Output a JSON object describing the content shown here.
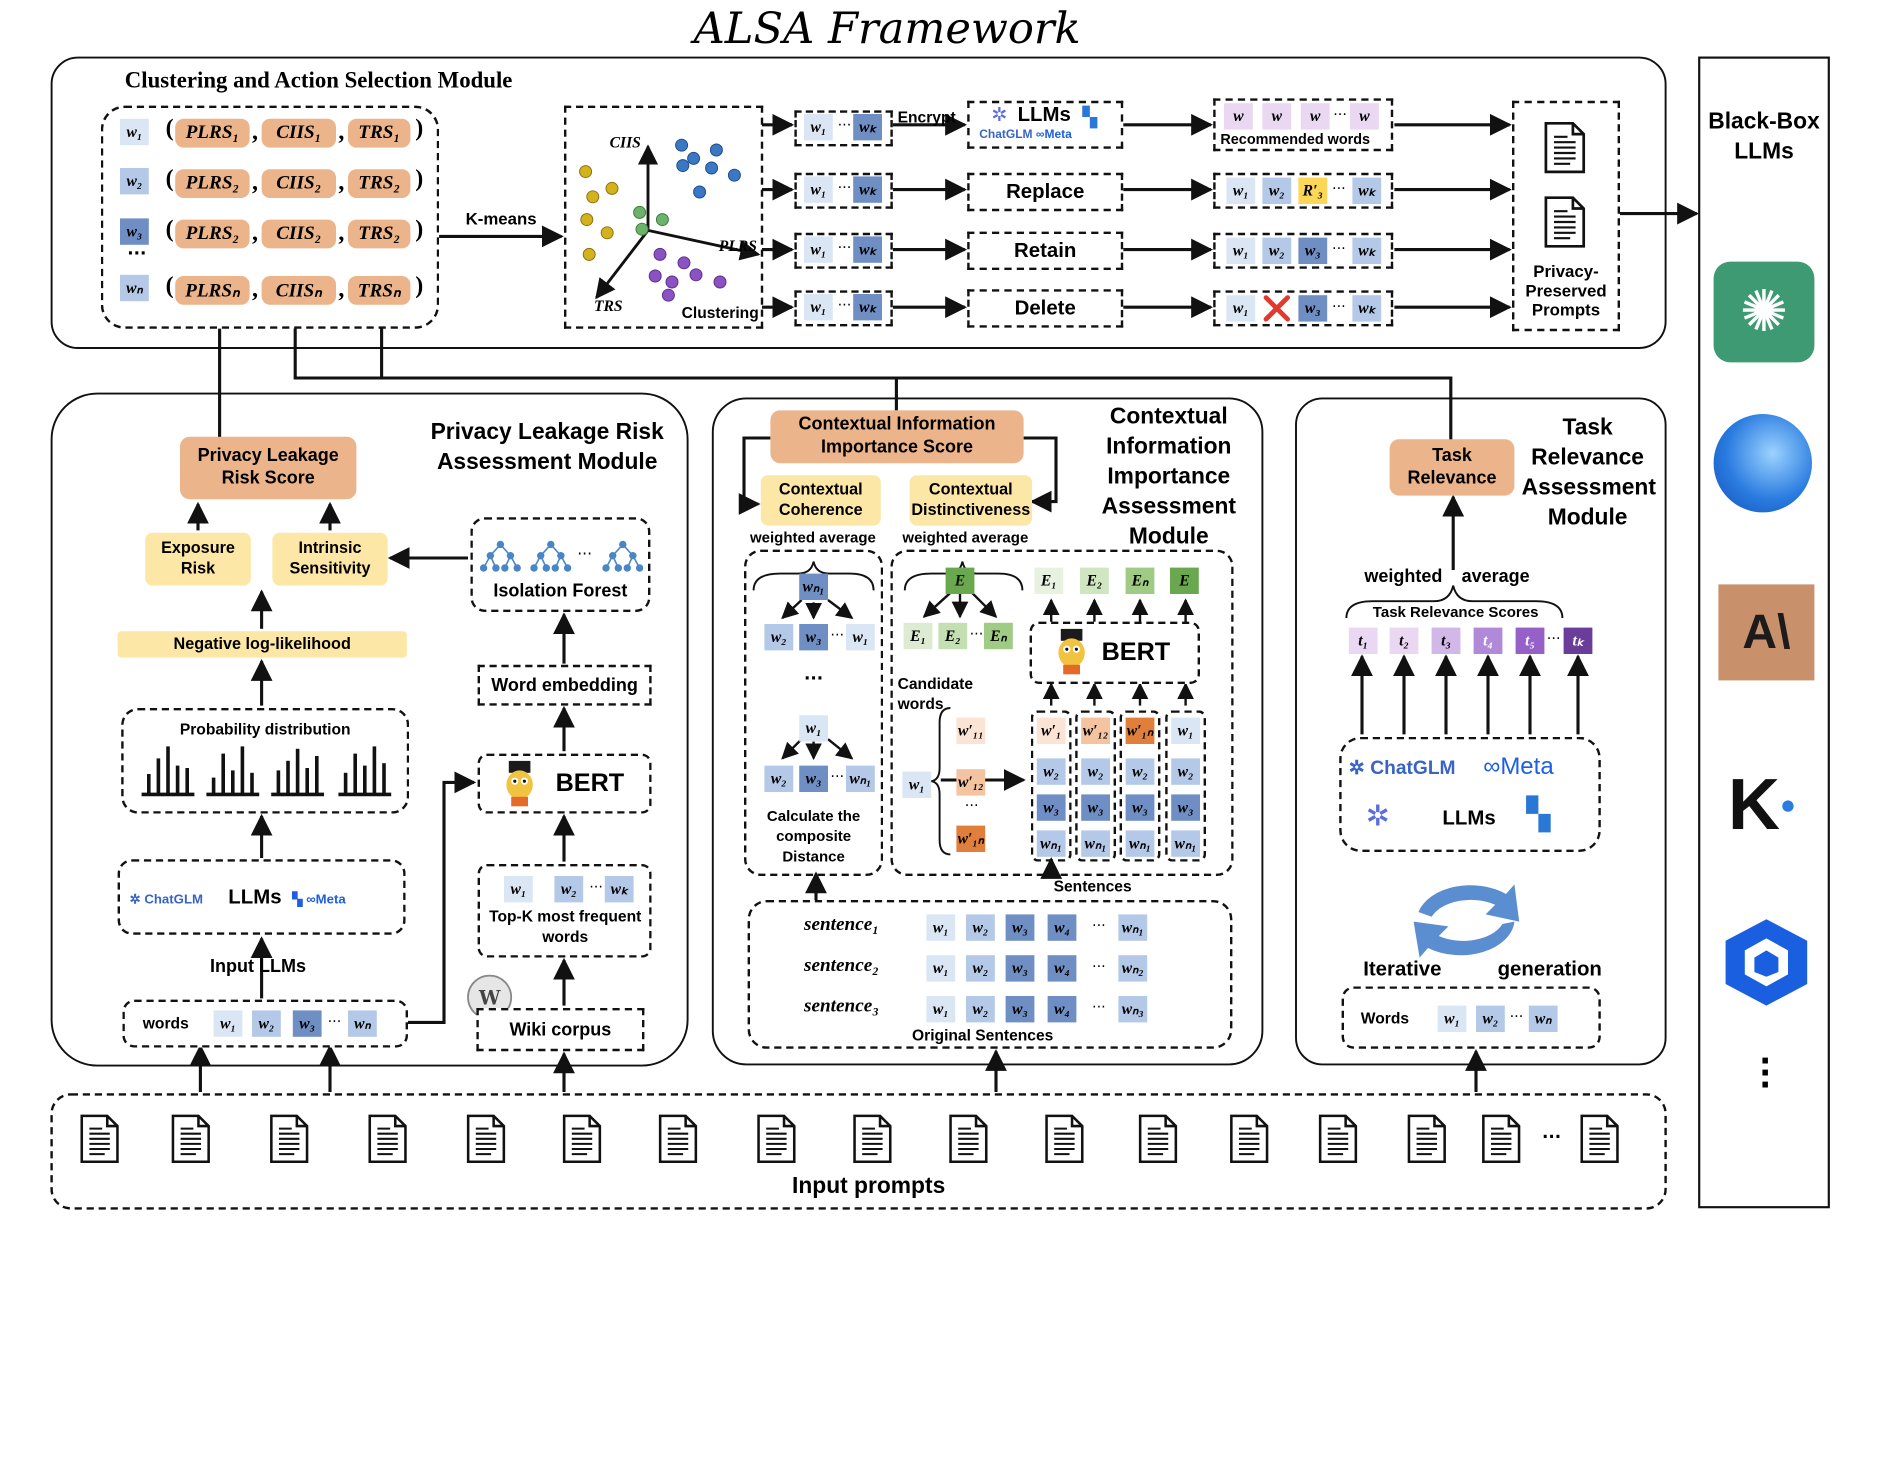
{
  "title": "ALSA Framework",
  "modules": {
    "clustering": {
      "title": "Clustering and Action Selection Module",
      "rows": [
        {
          "w": "w₁",
          "plrs": "PLRS₁",
          "ciis": "CIIS₁",
          "trs": "TRS₁"
        },
        {
          "w": "w₂",
          "plrs": "PLRS₂",
          "ciis": "CIIS₂",
          "trs": "TRS₂"
        },
        {
          "w": "w₃",
          "plrs": "PLRS₂",
          "ciis": "CIIS₂",
          "trs": "TRS₂"
        },
        {
          "w": "wₙ",
          "plrs": "PLRSₙ",
          "ciis": "CIISₙ",
          "trs": "TRSₙ"
        }
      ],
      "kmeans": "K-means",
      "clustering_label": "Clustering",
      "axis_ciis": "CIIS",
      "axis_plrs": "PLRS",
      "axis_trs": "TRS",
      "encrypt": "Encrypt",
      "llms": "LLMs",
      "actions": [
        "Replace",
        "Retain",
        "Delete"
      ],
      "recommended": "Recommended words",
      "privacy_preserved": "Privacy-Preserved Prompts"
    },
    "privacy": {
      "title": "Privacy Leakage Risk Assessment Module",
      "score": "Privacy Leakage Risk Score",
      "exposure": "Exposure Risk",
      "intrinsic": "Intrinsic Sensitivity",
      "nll": "Negative log-likelihood",
      "prob": "Probability distribution",
      "iforest": "Isolation Forest",
      "word_emb": "Word embedding",
      "bert": "BERT",
      "topk": "Top-K most frequent words",
      "wiki": "Wiki corpus",
      "input_llms": "Input LLMs",
      "words": "words",
      "llms": "LLMs"
    },
    "contextual": {
      "title": "Contextual Information Importance Assessment Module",
      "score": "Contextual Information Importance Score",
      "coherence": "Contextual Coherence",
      "distinct": "Contextual Distinctiveness",
      "weighted_avg": "weighted average",
      "composite": "Calculate the composite Distance",
      "candidate": "Candidate words",
      "bert": "BERT",
      "sentences": "Sentences",
      "original": "Original Sentences",
      "sentence_labels": [
        "sentence₁",
        "sentence₂",
        "sentence₃"
      ]
    },
    "task": {
      "title": "Task Relevance Assessment Module",
      "relevance": "Task Relevance",
      "weighted": "weighted",
      "average": "average",
      "scores": "Task Relevance Scores",
      "llms": "LLMs",
      "iterative": "Iterative",
      "generation": "generation",
      "words": "Words",
      "t_labels": [
        "t₁",
        "t₂",
        "t₃",
        "t₄",
        "t₅",
        "tₖ"
      ]
    }
  },
  "blackbox": "Black-Box LLMs",
  "input_prompts": "Input prompts",
  "brands": {
    "chatglm": "ChatGLM",
    "meta": "Meta"
  },
  "colors": {
    "orange": "#ecb48a",
    "yellow": "#fce7a6",
    "token_light": "#dbe6f5",
    "token_mid": "#b4c9e8",
    "token_dark": "#6f8ec4",
    "green_light": "#dcebd2",
    "green_dark": "#6aa84f",
    "purple_light": "#d8c8ea",
    "purple_dark": "#6a3d9a",
    "openai_green": "#3e9a72",
    "anthropic_tan": "#c8906b"
  },
  "icons": [
    "openai-logo",
    "deepseek-logo",
    "anthropic-logo",
    "kimi-logo",
    "zhipu-logo",
    "more-icon",
    "bert-icon",
    "wiki-icon",
    "document-icon",
    "cycle-icon",
    "cross-icon"
  ]
}
